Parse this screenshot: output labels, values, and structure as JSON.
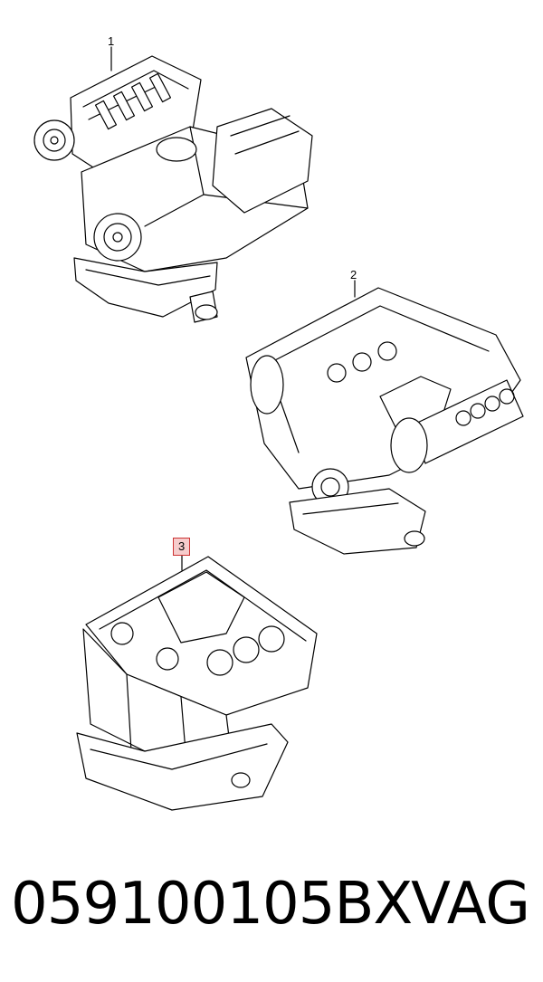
{
  "callouts": {
    "item1": "1",
    "item2": "2",
    "item3": "3"
  },
  "footer": {
    "part_number": "059100105BX",
    "brand": "VAG"
  },
  "colors": {
    "highlight_fill": "#f6cccc",
    "highlight_border": "#cc3333",
    "line": "#000000"
  }
}
